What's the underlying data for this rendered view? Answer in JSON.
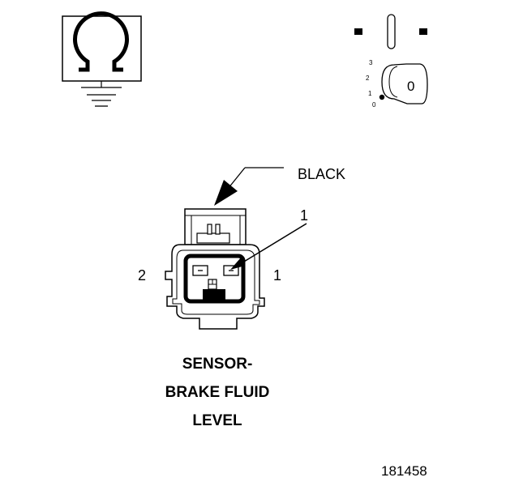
{
  "diagram": {
    "wire_color_label": "BLACK",
    "pin_callout": "1",
    "pin_left": "2",
    "pin_right": "1",
    "title_lines": [
      "SENSOR-",
      "BRAKE FLUID",
      "LEVEL"
    ],
    "figure_number": "181458"
  },
  "ohmmeter_symbol": {
    "icon": "ohm-symbol-ground-icon"
  },
  "ignition_key": {
    "icon": "ignition-key-icon",
    "positions": [
      "3",
      "2",
      "1",
      "0"
    ],
    "key_label": "0"
  },
  "colors": {
    "line": "#000000",
    "background": "#ffffff"
  }
}
